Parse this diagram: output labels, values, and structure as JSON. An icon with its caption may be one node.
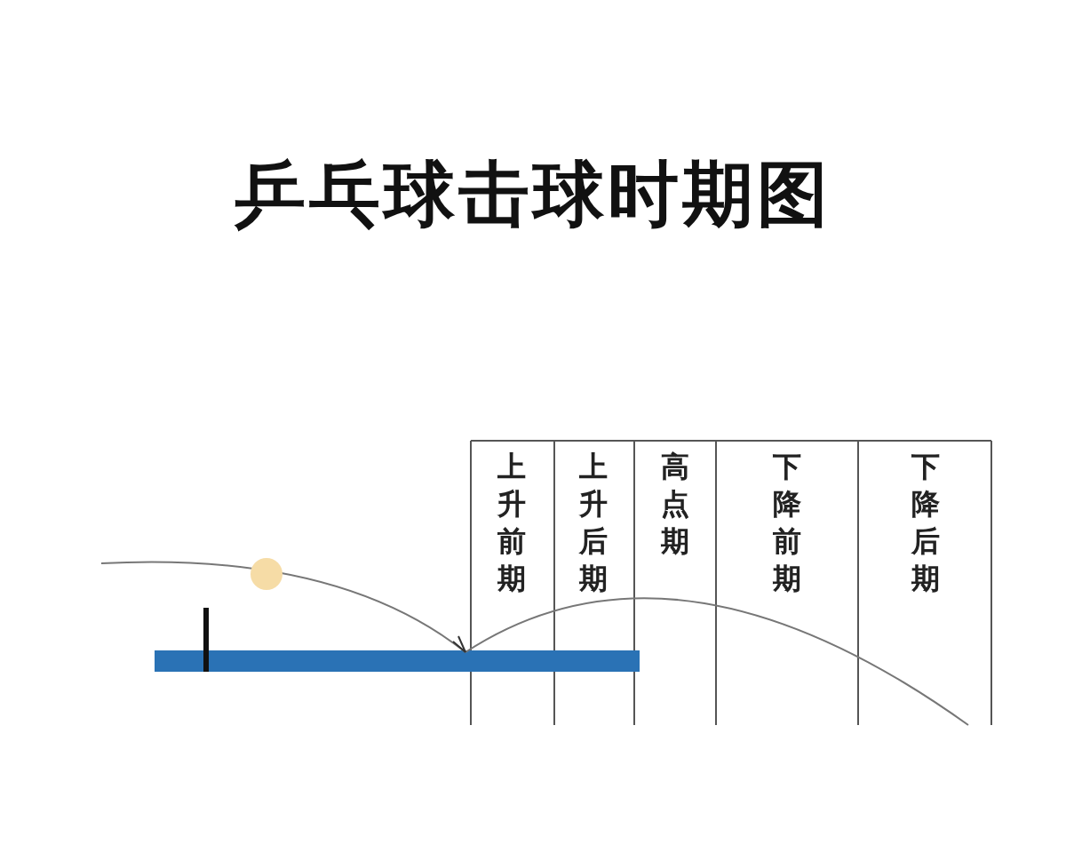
{
  "diagram": {
    "title": "乒乓球击球时期图",
    "labels": [
      "上升前期",
      "上升后期",
      "高点期",
      "下降前期",
      "下降后期"
    ]
  }
}
